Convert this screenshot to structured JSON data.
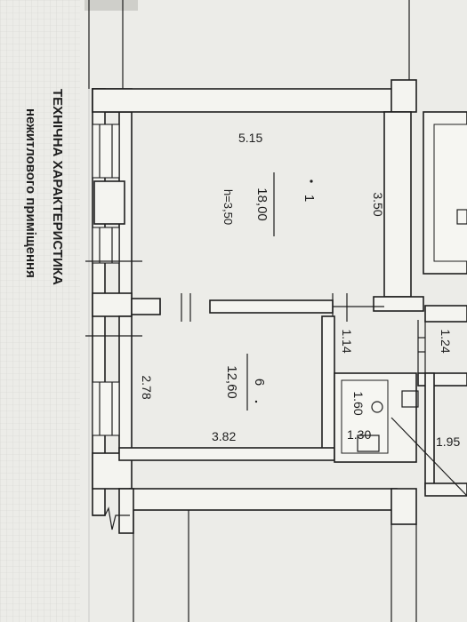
{
  "title": {
    "line1": "ТЕХНІЧНА ХАРАКТЕРИСТИКА",
    "line2": "нежитлового приміщення"
  },
  "rooms": [
    {
      "number": "1",
      "area": "18,00",
      "height": "h=3,50",
      "width_dim": "5.15",
      "depth_dim": "3.50"
    },
    {
      "number": "6",
      "area": "12,60",
      "width_dim": "3.82",
      "depth_dim": "2.78"
    }
  ],
  "dimensions": {
    "corridor": "1.14",
    "wc_a": "1.60",
    "wc_b": "1.30",
    "right_a": "1.24",
    "right_b": "1.95"
  },
  "colors": {
    "paper": "#f4f4f0",
    "ink": "#1e1e1e",
    "background": "#d9d9d4"
  }
}
